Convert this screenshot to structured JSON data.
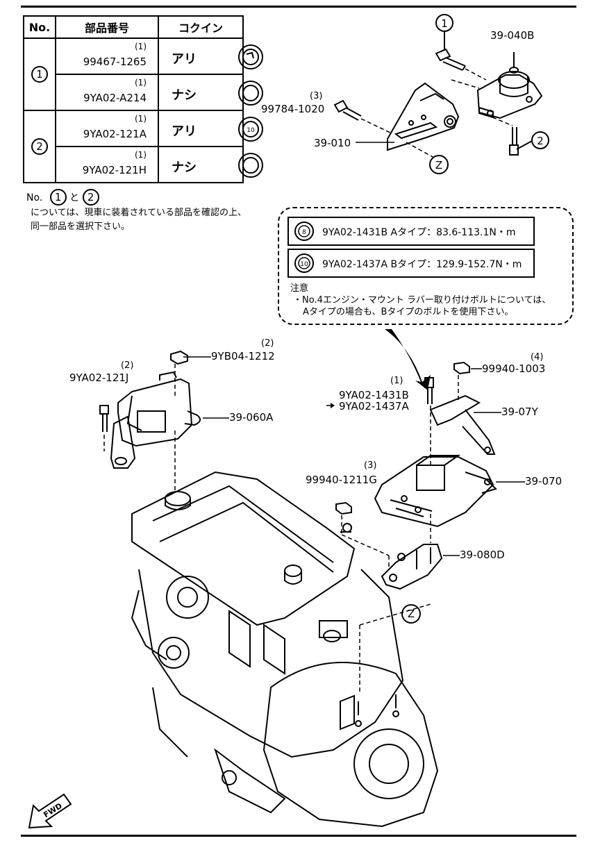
{
  "table": {
    "headers": [
      "No.",
      "部品番号",
      "コクイン"
    ],
    "groups": [
      {
        "no": "1",
        "rows": [
          {
            "qty": "(1)",
            "part": "99467-1265",
            "mark": "アリ",
            "icon": "washer-marked"
          },
          {
            "qty": "(1)",
            "part": "9YA02-A214",
            "mark": "ナシ",
            "icon": "washer-plain"
          }
        ]
      },
      {
        "no": "2",
        "rows": [
          {
            "qty": "(1)",
            "part": "9YA02-121A",
            "mark": "アリ",
            "icon": "washer-10"
          },
          {
            "qty": "(1)",
            "part": "9YA02-121H",
            "mark": "ナシ",
            "icon": "washer-plain"
          }
        ]
      }
    ]
  },
  "note_left": {
    "line1_prefix": "No.",
    "line1_c1": "1",
    "line1_mid": "と",
    "line1_c2": "2",
    "line2": "については、現車に装着されている部品を確認の上、",
    "line3": "同一部品を選択下さい。"
  },
  "spec_box": {
    "rows": [
      {
        "icon_text": "8",
        "text": "9YA02-1431B Aタイプ：83.6-113.1N・m"
      },
      {
        "icon_text": "10",
        "text": "9YA02-1437A Bタイプ：129.9-152.7N・m"
      }
    ],
    "note_title": "注意",
    "note_line1": "・No.4エンジン・マウント ラバー取り付けボルトについては、",
    "note_line2": "Aタイプの場合も、Bタイプのボルトを使用下さい。"
  },
  "labels": {
    "c1": "1",
    "c2": "2",
    "p39040B": "39-040B",
    "p99784_qty": "(3)",
    "p99784": "99784-1020",
    "p39010": "39-010",
    "zTop": "Z",
    "p9YB04_qty": "(2)",
    "p9YB04": "9YB04-1212",
    "p9YA02_121J_qty": "(2)",
    "p9YA02_121J": "9YA02-121J",
    "p39060A": "39-060A",
    "p99940_1003_qty": "(4)",
    "p99940_1003": "99940-1003",
    "p1431_qty": "(1)",
    "p1431B": "9YA02-1431B",
    "p1437A": "9YA02-1437A",
    "p3907Y": "39-07Y",
    "p99940_1211_qty": "(3)",
    "p99940_1211": "99940-1211G",
    "p39070": "39-070",
    "p39080D": "39-080D",
    "zBottom": "Z",
    "fwd": "FWD"
  }
}
